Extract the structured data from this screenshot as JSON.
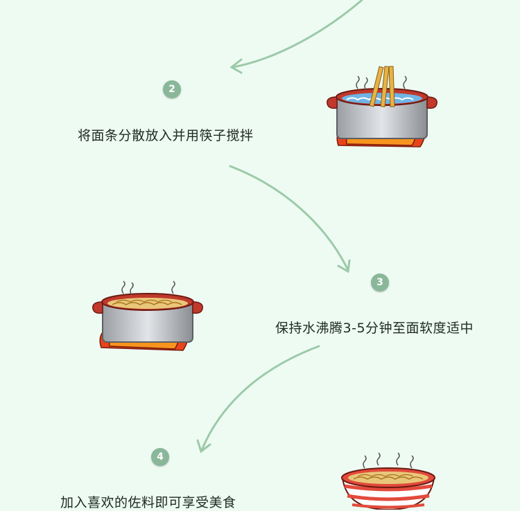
{
  "steps": [
    {
      "number": "2",
      "text": "将面条分散放入并用筷子搅拌"
    },
    {
      "number": "3",
      "text": "保持水沸腾3-5分钟至面软度适中"
    },
    {
      "number": "4",
      "text": "加入喜欢的佐料即可享受美食"
    }
  ],
  "colors": {
    "background": "#eefbf3",
    "arrow": "#9ccaa9",
    "badge": "#8ab79a",
    "pot_rim": "#c0392b",
    "flame_outer": "#e8441c",
    "flame_inner": "#f7941d",
    "noodle": "#d9a441",
    "bowl_stripe": "#e24a3b"
  },
  "icons": [
    "boiling-pot-chopsticks-icon",
    "noodle-pot-icon",
    "noodle-bowl-icon"
  ]
}
